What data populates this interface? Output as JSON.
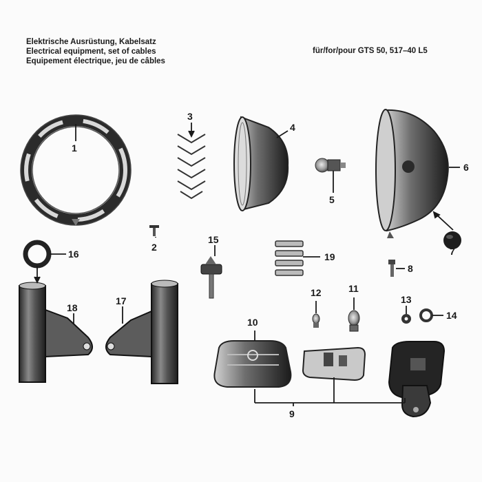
{
  "title": {
    "de": "Elektrische Ausrüstung, Kabelsatz",
    "en": "Electrical equipment, set of cables",
    "fr": "Equipement électrique, jeu de câbles"
  },
  "model": "für/for/pour GTS 50, 517–40 L5",
  "parts": [
    {
      "id": "1",
      "label": "1"
    },
    {
      "id": "2",
      "label": "2"
    },
    {
      "id": "3",
      "label": "3"
    },
    {
      "id": "4",
      "label": "4"
    },
    {
      "id": "5",
      "label": "5"
    },
    {
      "id": "6",
      "label": "6"
    },
    {
      "id": "7",
      "label": "7"
    },
    {
      "id": "8",
      "label": "8"
    },
    {
      "id": "9",
      "label": "9"
    },
    {
      "id": "10",
      "label": "10"
    },
    {
      "id": "11",
      "label": "11"
    },
    {
      "id": "12",
      "label": "12"
    },
    {
      "id": "13",
      "label": "13"
    },
    {
      "id": "14",
      "label": "14"
    },
    {
      "id": "15",
      "label": "15"
    },
    {
      "id": "16",
      "label": "16"
    },
    {
      "id": "17",
      "label": "17"
    },
    {
      "id": "18",
      "label": "18"
    },
    {
      "id": "19",
      "label": "19"
    }
  ]
}
